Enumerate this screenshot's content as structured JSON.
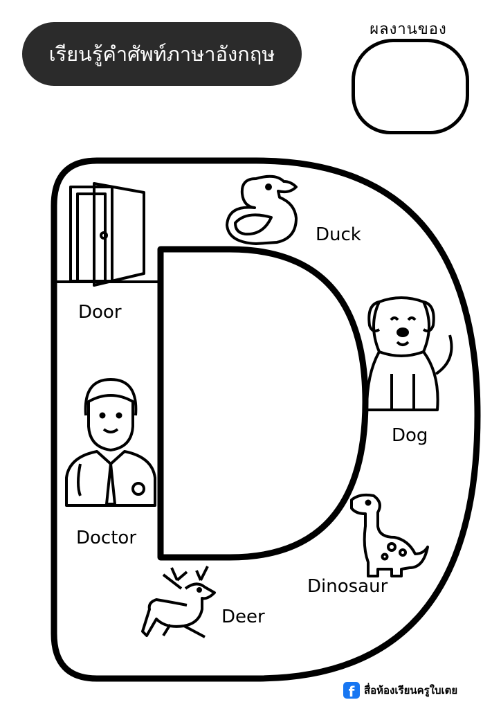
{
  "header": {
    "title": "เรียนรู้คำศัพท์ภาษาอังกฤษ"
  },
  "work_box": {
    "label": "ผลงานของ"
  },
  "letter": "D",
  "vocabulary": {
    "door": "Door",
    "duck": "Duck",
    "dog": "Dog",
    "doctor": "Doctor",
    "dinosaur": "Dinosaur",
    "deer": "Deer"
  },
  "footer": {
    "brand_icon": "facebook-icon",
    "icon_glyph": "f",
    "text": "สื่อห้องเรียนครูใบเตย",
    "icon_color": "#1877f2"
  }
}
